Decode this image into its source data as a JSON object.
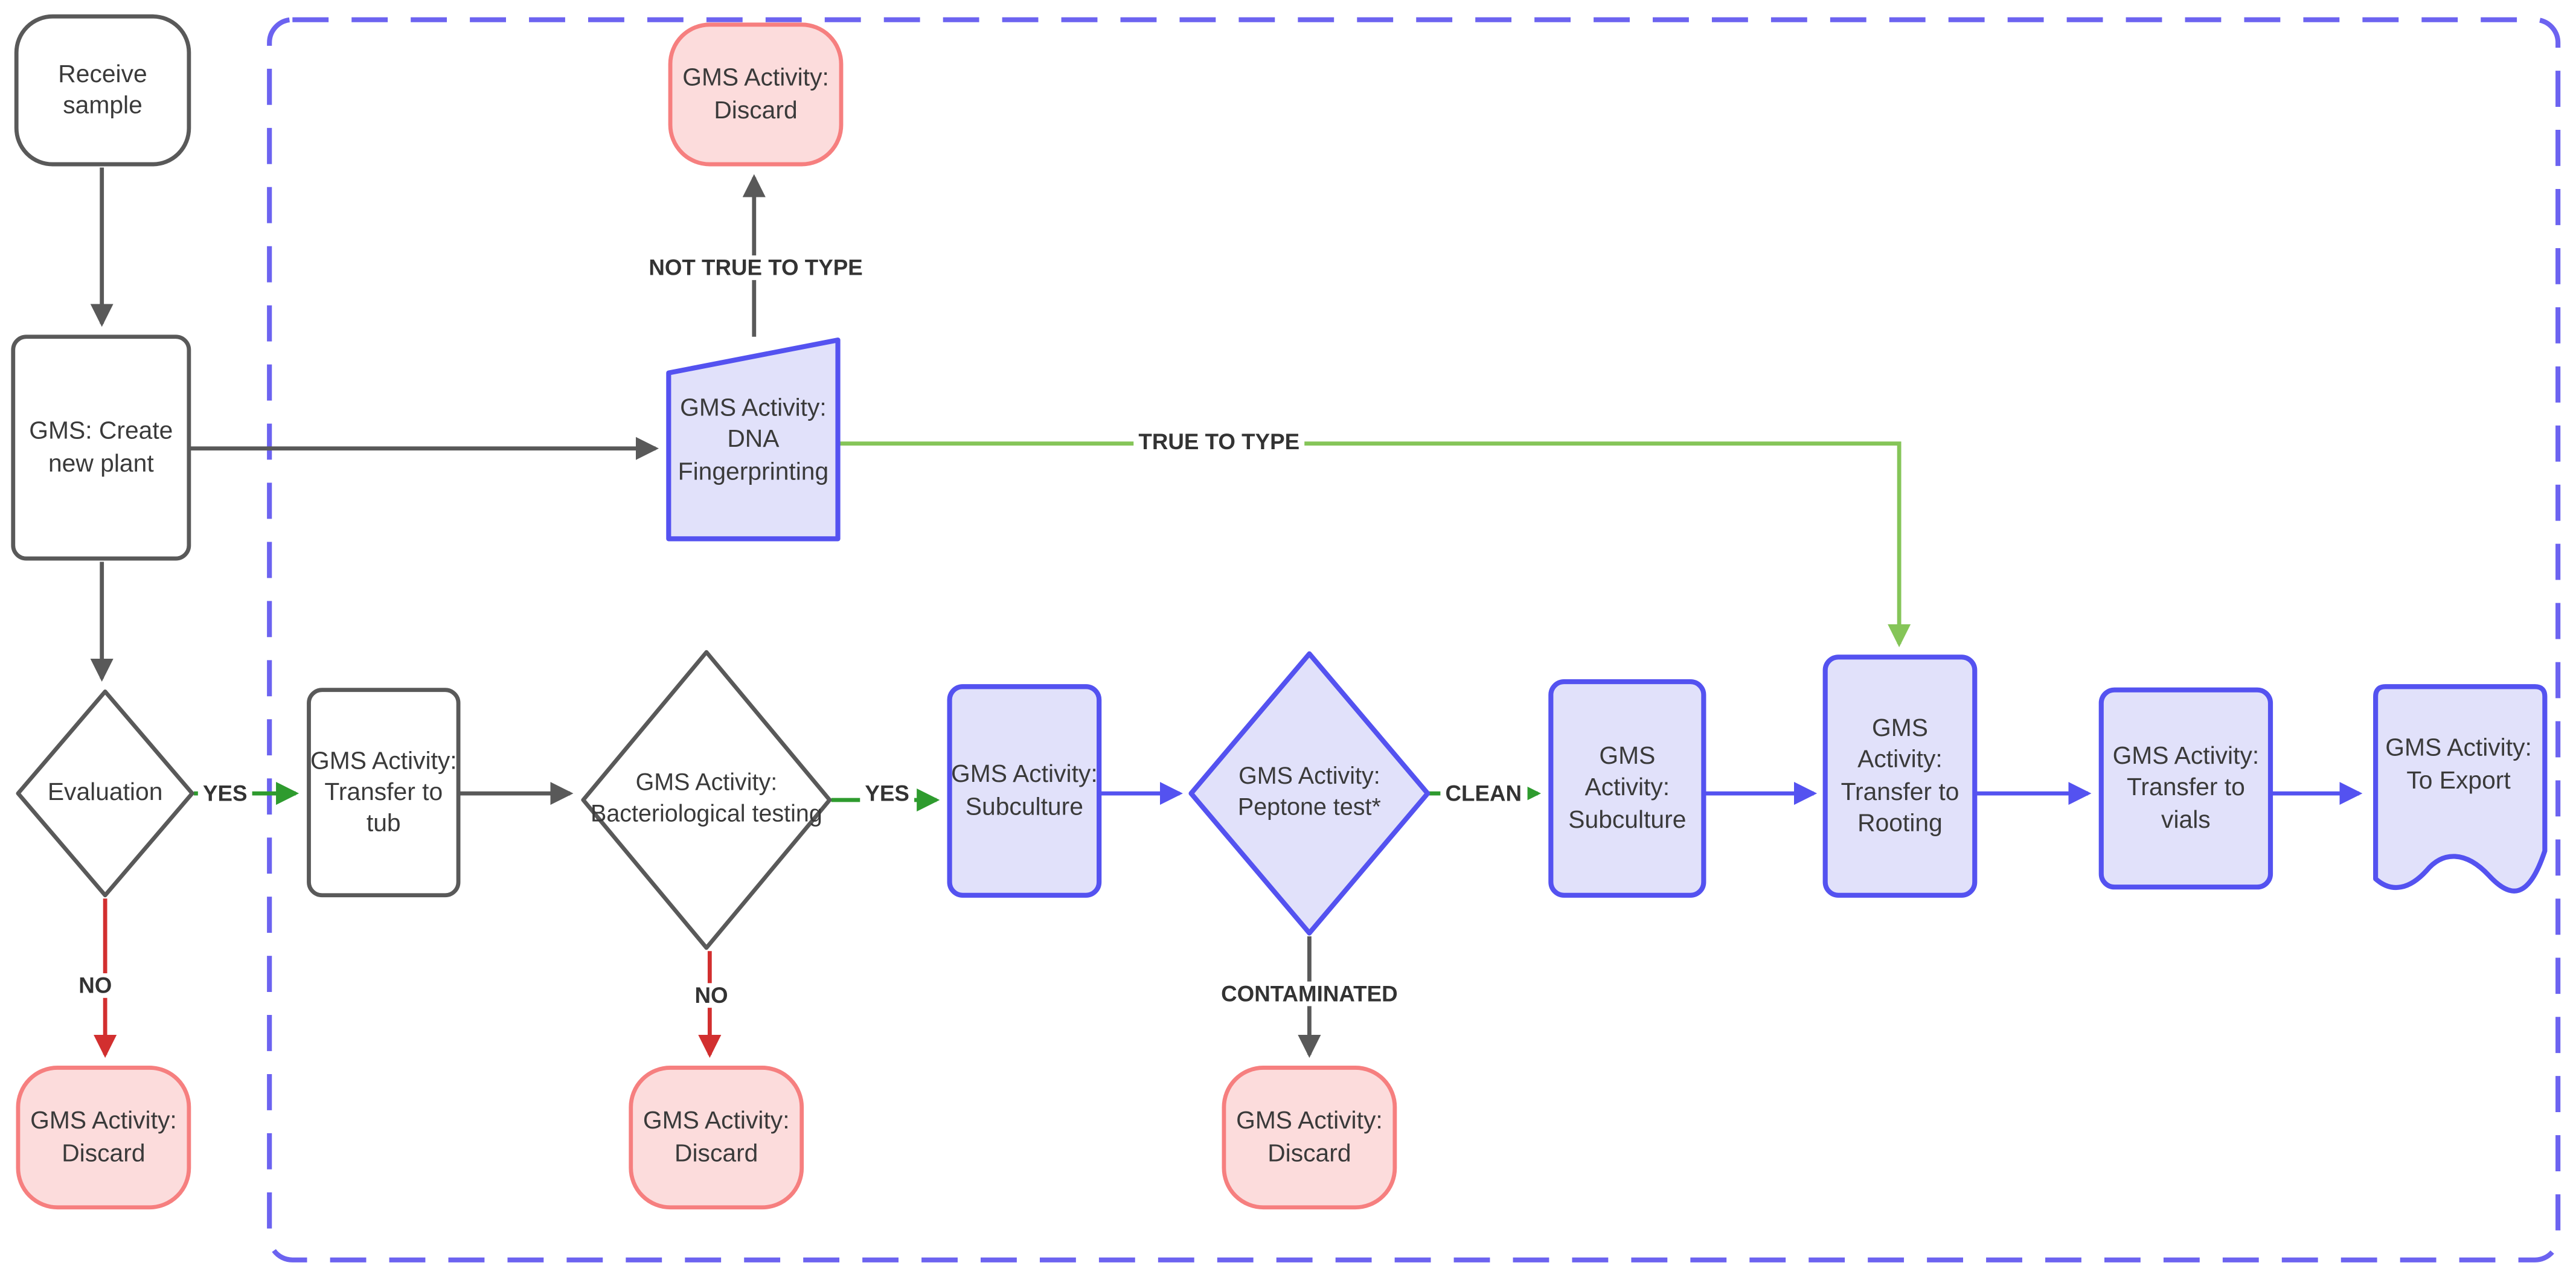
{
  "diagram_type": "flowchart",
  "colors": {
    "neutral_stroke": "#595959",
    "activity_fill": "#e1e1fa",
    "activity_stroke": "#5452f0",
    "discard_fill": "#fcdcdc",
    "discard_stroke": "#f67f7f",
    "boundary_stroke": "#6c63f0",
    "yes_green": "#2e9b2e",
    "true_to_type_green": "#85c558",
    "no_red": "#d22f2f",
    "flow_blue": "#5452f0",
    "canvas_bg": "#ffffff"
  },
  "nodes": {
    "receive_sample": {
      "label": "Receive sample",
      "shape": "terminator",
      "variant": "neutral"
    },
    "create_new_plant": {
      "label": "GMS: Create new plant",
      "shape": "rectangle",
      "variant": "neutral"
    },
    "evaluation": {
      "label": "Evaluation",
      "shape": "diamond",
      "variant": "neutral"
    },
    "discard_evaluation": {
      "label": "GMS Activity: Discard",
      "shape": "terminator",
      "variant": "discard"
    },
    "discard_dna": {
      "label": "GMS Activity: Discard",
      "shape": "terminator",
      "variant": "discard"
    },
    "dna_fingerprinting": {
      "label": "GMS Activity: DNA Fingerprinting",
      "shape": "manual-operation",
      "variant": "activity"
    },
    "transfer_to_tub": {
      "label": "GMS Activity: Transfer to tub",
      "shape": "rectangle",
      "variant": "neutral"
    },
    "bacteriological_testing": {
      "label": "GMS Activity: Bacteriological testing",
      "shape": "diamond",
      "variant": "neutral"
    },
    "discard_bacteriological": {
      "label": "GMS Activity: Discard",
      "shape": "terminator",
      "variant": "discard"
    },
    "subculture_1": {
      "label": "GMS Activity: Subculture",
      "shape": "rectangle",
      "variant": "activity"
    },
    "peptone_test": {
      "label": "GMS Activity: Peptone test*",
      "shape": "diamond",
      "variant": "activity"
    },
    "discard_peptone": {
      "label": "GMS Activity: Discard",
      "shape": "terminator",
      "variant": "discard"
    },
    "subculture_2": {
      "label": "GMS Activity: Subculture",
      "shape": "rectangle",
      "variant": "activity"
    },
    "transfer_to_rooting": {
      "label": "GMS Activity: Transfer to Rooting",
      "shape": "rectangle",
      "variant": "activity"
    },
    "transfer_to_vials": {
      "label": "GMS Activity: Transfer to vials",
      "shape": "rectangle",
      "variant": "activity"
    },
    "to_export": {
      "label": "GMS Activity: To Export",
      "shape": "document",
      "variant": "activity"
    }
  },
  "edge_labels": {
    "yes_evaluation": "YES",
    "no_evaluation": "NO",
    "not_true_to_type": "NOT TRUE TO TYPE",
    "true_to_type": "TRUE TO TYPE",
    "yes_bacteriological": "YES",
    "no_bacteriological": "NO",
    "clean": "CLEAN",
    "contaminated": "CONTAMINATED"
  },
  "edges": [
    {
      "from": "receive_sample",
      "to": "create_new_plant",
      "label": "",
      "color": "gray"
    },
    {
      "from": "create_new_plant",
      "to": "evaluation",
      "label": "",
      "color": "gray"
    },
    {
      "from": "create_new_plant",
      "to": "dna_fingerprinting",
      "label": "",
      "color": "gray"
    },
    {
      "from": "dna_fingerprinting",
      "to": "discard_dna",
      "label": "NOT TRUE TO TYPE",
      "color": "gray"
    },
    {
      "from": "dna_fingerprinting",
      "to": "transfer_to_rooting",
      "label": "TRUE TO TYPE",
      "color": "light-green"
    },
    {
      "from": "evaluation",
      "to": "transfer_to_tub",
      "label": "YES",
      "color": "green"
    },
    {
      "from": "evaluation",
      "to": "discard_evaluation",
      "label": "NO",
      "color": "red"
    },
    {
      "from": "transfer_to_tub",
      "to": "bacteriological_testing",
      "label": "",
      "color": "gray"
    },
    {
      "from": "bacteriological_testing",
      "to": "subculture_1",
      "label": "YES",
      "color": "green"
    },
    {
      "from": "bacteriological_testing",
      "to": "discard_bacteriological",
      "label": "NO",
      "color": "red"
    },
    {
      "from": "subculture_1",
      "to": "peptone_test",
      "label": "",
      "color": "blue"
    },
    {
      "from": "peptone_test",
      "to": "subculture_2",
      "label": "CLEAN",
      "color": "green"
    },
    {
      "from": "peptone_test",
      "to": "discard_peptone",
      "label": "CONTAMINATED",
      "color": "gray"
    },
    {
      "from": "subculture_2",
      "to": "transfer_to_rooting",
      "label": "",
      "color": "blue"
    },
    {
      "from": "transfer_to_rooting",
      "to": "transfer_to_vials",
      "label": "",
      "color": "blue"
    },
    {
      "from": "transfer_to_vials",
      "to": "to_export",
      "label": "",
      "color": "blue"
    }
  ]
}
